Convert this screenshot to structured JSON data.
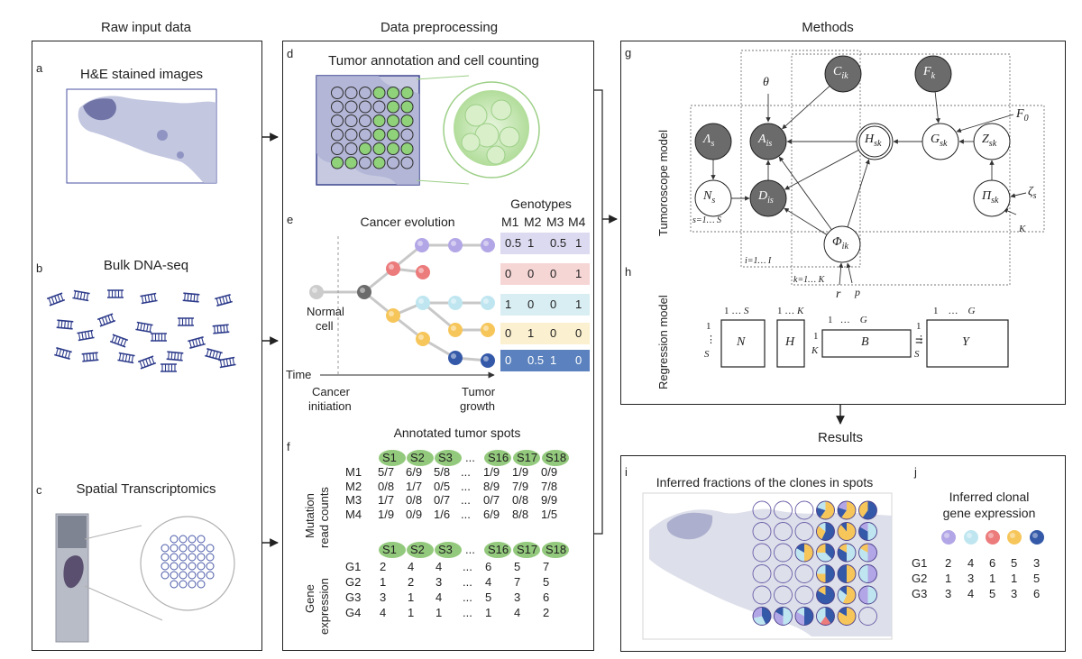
{
  "sections": {
    "raw": "Raw input data",
    "pre": "Data preprocessing",
    "methods": "Methods",
    "results": "Results"
  },
  "panel_a": {
    "label": "a",
    "title": "H&E stained images"
  },
  "panel_b": {
    "label": "b",
    "title": "Bulk DNA-seq"
  },
  "panel_c": {
    "label": "c",
    "title": "Spatial Transcriptomics"
  },
  "panel_d": {
    "label": "d",
    "title": "Tumor annotation and cell counting"
  },
  "panel_e": {
    "label": "e",
    "title": "Cancer evolution",
    "genotypes_title": "Genotypes",
    "mutations": [
      "M1",
      "M2",
      "M3",
      "M4"
    ],
    "rows": [
      {
        "values": [
          "0.5",
          "1",
          "0.5",
          "1"
        ],
        "color": "#dcdaf0"
      },
      {
        "values": [
          "0",
          "0",
          "0",
          "1"
        ],
        "color": "#f6d5d5"
      },
      {
        "values": [
          "1",
          "0",
          "0",
          "1"
        ],
        "color": "#d9eef3"
      },
      {
        "values": [
          "0",
          "1",
          "0",
          "0"
        ],
        "color": "#fbf0cf"
      },
      {
        "values": [
          "0",
          "0.5",
          "1",
          "0"
        ],
        "color": "#5b82be"
      }
    ],
    "normal_cell": [
      "Normal",
      "cell"
    ],
    "time": "Time",
    "cancer_initiation": [
      "Cancer",
      "initiation"
    ],
    "tumor_growth": [
      "Tumor",
      "growth"
    ]
  },
  "panel_f": {
    "label": "f",
    "title": "Annotated tumor spots",
    "spots": [
      "S1",
      "S2",
      "S3",
      "...",
      "S16",
      "S17",
      "S18"
    ],
    "mutation_axis": [
      "Mutation",
      "read counts"
    ],
    "mutation_rows": [
      {
        "name": "M1",
        "values": [
          "5/7",
          "6/9",
          "5/8",
          "...",
          "1/9",
          "1/9",
          "0/9"
        ]
      },
      {
        "name": "M2",
        "values": [
          "0/8",
          "1/7",
          "0/5",
          "...",
          "8/9",
          "7/9",
          "7/8"
        ]
      },
      {
        "name": "M3",
        "values": [
          "1/7",
          "0/8",
          "0/7",
          "...",
          "0/7",
          "0/8",
          "9/9"
        ]
      },
      {
        "name": "M4",
        "values": [
          "1/9",
          "0/9",
          "1/6",
          "...",
          "6/9",
          "8/8",
          "1/5"
        ]
      }
    ],
    "gene_axis": [
      "Gene",
      "expression"
    ],
    "gene_rows": [
      {
        "name": "G1",
        "values": [
          "2",
          "4",
          "4",
          "...",
          "6",
          "5",
          "7"
        ]
      },
      {
        "name": "G2",
        "values": [
          "1",
          "2",
          "3",
          "...",
          "4",
          "7",
          "5"
        ]
      },
      {
        "name": "G3",
        "values": [
          "3",
          "1",
          "4",
          "...",
          "5",
          "3",
          "6"
        ]
      },
      {
        "name": "G4",
        "values": [
          "4",
          "1",
          "1",
          "...",
          "1",
          "4",
          "2"
        ]
      }
    ]
  },
  "panel_g": {
    "label": "g",
    "side_label": "Tumoroscope model",
    "nodes": {
      "C": {
        "main": "C",
        "sub": "ik"
      },
      "F": {
        "main": "F",
        "sub": "k"
      },
      "Lambda": {
        "main": "Λ",
        "sub": "s"
      },
      "A": {
        "main": "A",
        "sub": "is"
      },
      "H": {
        "main": "H",
        "sub": "sk"
      },
      "G": {
        "main": "G",
        "sub": "sk"
      },
      "Z": {
        "main": "Z",
        "sub": "sk"
      },
      "N": {
        "main": "N",
        "sub": "s"
      },
      "D": {
        "main": "D",
        "sub": "is"
      },
      "Pi": {
        "main": "Π",
        "sub": "sk"
      },
      "Phi": {
        "main": "Φ",
        "sub": "ik"
      }
    },
    "params": {
      "theta": "θ",
      "F0_main": "F",
      "F0_sub": "0",
      "zeta_main": "ζ",
      "zeta_sub": "s",
      "r": "r",
      "p": "p"
    },
    "plates": {
      "s": "s=1… S",
      "i": "i=1… I",
      "k": "k=1… K",
      "K": "K"
    }
  },
  "panel_h": {
    "label": "h",
    "side_label": "Regression model",
    "N": "N",
    "H": "H",
    "B": "B",
    "Y": "Y",
    "eq": "=",
    "dims": {
      "one": "1",
      "dots": "…",
      "vdots": "⋮",
      "S": "S",
      "K": "K",
      "G": "G"
    }
  },
  "panel_i": {
    "label": "i",
    "title": "Inferred fractions of the clones in spots"
  },
  "panel_j": {
    "label": "j",
    "title": [
      "Inferred clonal",
      "gene expression"
    ],
    "clone_colors": [
      "#b3a6e6",
      "#bfe6f0",
      "#ec7b7c",
      "#f6c65b",
      "#3459a8"
    ],
    "rows": [
      {
        "name": "G1",
        "values": [
          "2",
          "4",
          "6",
          "5",
          "3"
        ]
      },
      {
        "name": "G2",
        "values": [
          "1",
          "3",
          "1",
          "1",
          "5"
        ]
      },
      {
        "name": "G3",
        "values": [
          "3",
          "4",
          "5",
          "3",
          "6"
        ]
      }
    ]
  }
}
